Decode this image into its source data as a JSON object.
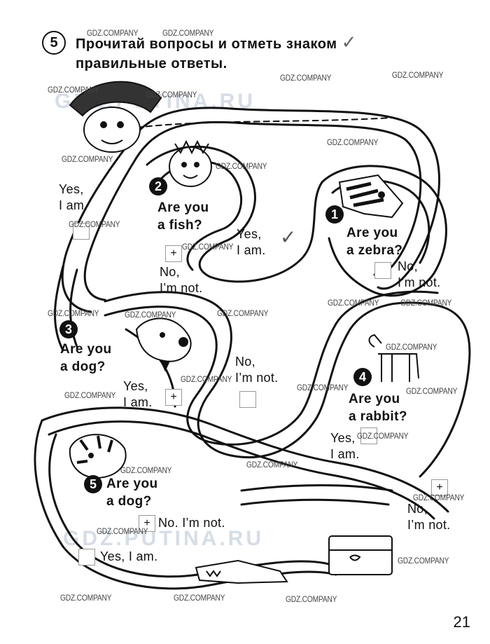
{
  "task": {
    "number": "5",
    "heading_line1": "Прочитай вопросы и отметь знаком",
    "check_symbol": "✓",
    "heading_line2": "правильные ответы."
  },
  "questions": [
    {
      "number": "1",
      "text_line1": "Are you",
      "text_line2": "a zebra?"
    },
    {
      "number": "2",
      "text_line1": "Are you",
      "text_line2": "a fish?"
    },
    {
      "number": "3",
      "text_line1": "Are you",
      "text_line2": "a dog?"
    },
    {
      "number": "4",
      "text_line1": "Are you",
      "text_line2": "a rabbit?"
    },
    {
      "number": "5",
      "text_line1": "Are you",
      "text_line2": "a dog?"
    }
  ],
  "answers": {
    "yes_top_left": {
      "line1": "Yes,",
      "line2": "I am."
    },
    "yes_center": {
      "line1": "Yes,",
      "line2": "I am.",
      "mark": "✓"
    },
    "no_q2": {
      "line1": "No,",
      "line2": "I’m not.",
      "mark": "+"
    },
    "no_q1": {
      "line1": "No,",
      "line2": "I’m not."
    },
    "yes_q3": {
      "line1": "Yes,",
      "line2": "I am.",
      "mark": "+"
    },
    "no_center": {
      "line1": "No,",
      "line2": "I’m not."
    },
    "yes_q4": {
      "line1": "Yes,",
      "line2": "I am."
    },
    "no_bottom_right": {
      "line1": "No,",
      "line2": "I’m not.",
      "mark": "+"
    },
    "no_q5": {
      "text": "No. I’m not.",
      "mark": "+"
    },
    "yes_q5": {
      "text": "Yes, I am."
    }
  },
  "watermark": {
    "label": "GDZ.COMPANY",
    "faded_text": "GDZ.PUTINA.RU"
  },
  "page_number": "21",
  "colors": {
    "ink": "#111111",
    "paper": "#ffffff",
    "watermark": "#d6dde6"
  }
}
